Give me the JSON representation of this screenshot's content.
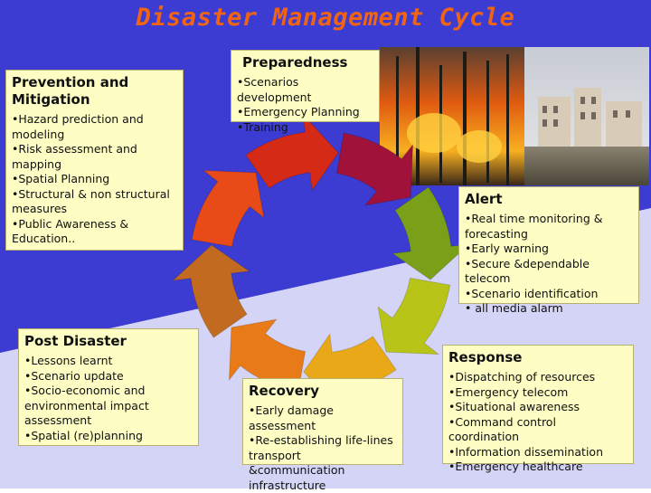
{
  "title": "Disaster Management Cycle",
  "prevention": {
    "heading": "Prevention and Mitigation",
    "items": [
      "Hazard prediction and modeling",
      "Risk assessment and mapping",
      "Spatial Planning",
      "Structural & non structural measures",
      "Public Awareness & Education.."
    ]
  },
  "preparedness": {
    "heading": "Preparedness",
    "items": [
      "Scenarios development",
      "Emergency Planning",
      "Training"
    ]
  },
  "alert": {
    "heading": "Alert",
    "items": [
      "Real time monitoring & forecasting",
      "Early warning",
      "Secure &dependable telecom",
      "Scenario identification",
      " all media alarm"
    ]
  },
  "post_disaster": {
    "heading": "Post Disaster",
    "items": [
      "Lessons learnt",
      "Scenario update",
      "Socio-economic and environmental impact assessment",
      "Spatial (re)planning"
    ]
  },
  "recovery": {
    "heading": "Recovery",
    "items": [
      "Early damage assessment",
      "Re-establishing life-lines transport &communication infrastructure"
    ]
  },
  "response": {
    "heading": "Response",
    "items": [
      "Dispatching of resources",
      "Emergency telecom",
      "Situational awareness",
      "Command control coordination",
      "Information dissemination",
      "Emergency healthcare"
    ]
  },
  "colors": {
    "background_blue": "#3c3cd2",
    "background_lavender": "#d4d4f6",
    "title": "#f06414",
    "box": "#fdfdc4",
    "arrows": [
      "#d42a16",
      "#a0123a",
      "#7aa019",
      "#b8c418",
      "#e8a818",
      "#e87a18",
      "#c26a20",
      "#e84a18"
    ]
  }
}
